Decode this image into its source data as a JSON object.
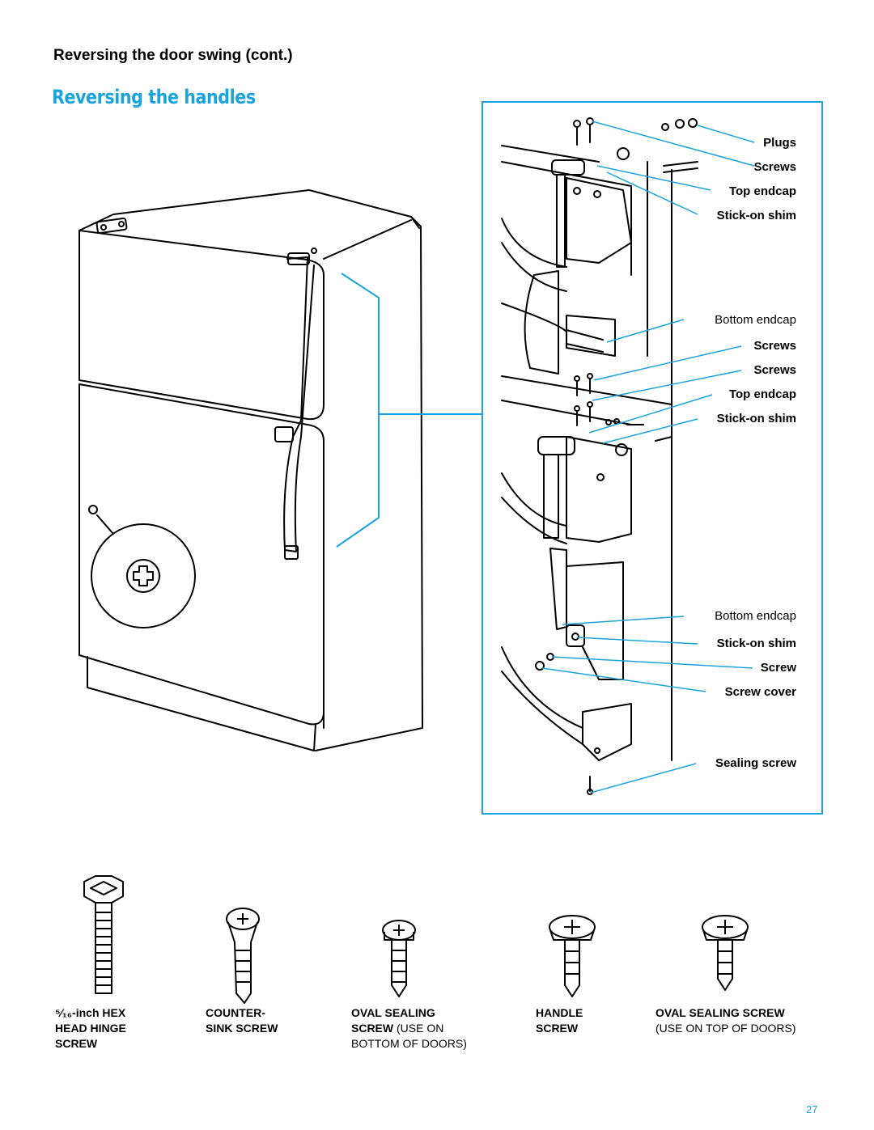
{
  "header": {
    "section": "Reversing the door swing (cont.)",
    "title": "Reversing the handles"
  },
  "callouts": {
    "plugs": "Plugs",
    "screws_top": "Screws",
    "top_endcap_1": "Top endcap",
    "shim_1": "Stick-on shim",
    "bottom_endcap_1": "Bottom endcap",
    "screws_2": "Screws",
    "screws_3": "Screws",
    "top_endcap_2": "Top endcap",
    "shim_2": "Stick-on shim",
    "bottom_endcap_2": "Bottom endcap",
    "shim_3": "Stick-on shim",
    "screw": "Screw",
    "screw_cover": "Screw cover",
    "sealing_screw": "Sealing screw"
  },
  "screw_legend": [
    {
      "line1": "⁵⁄₁₆-inch HEX",
      "line2": "HEAD HINGE",
      "line3": "SCREW"
    },
    {
      "line1": "COUNTER-",
      "line2": "SINK SCREW"
    },
    {
      "line1": "OVAL SEALING",
      "line2_bold": "SCREW",
      "line2_rest": " (USE ON",
      "line3": "BOTTOM OF DOORS)"
    },
    {
      "line1": "HANDLE",
      "line2": "SCREW"
    },
    {
      "line1": "OVAL SEALING SCREW",
      "line2": "(USE ON TOP OF DOORS)"
    }
  ],
  "page_number": "27",
  "colors": {
    "accent": "#1aa3dc",
    "ink": "#000000"
  }
}
